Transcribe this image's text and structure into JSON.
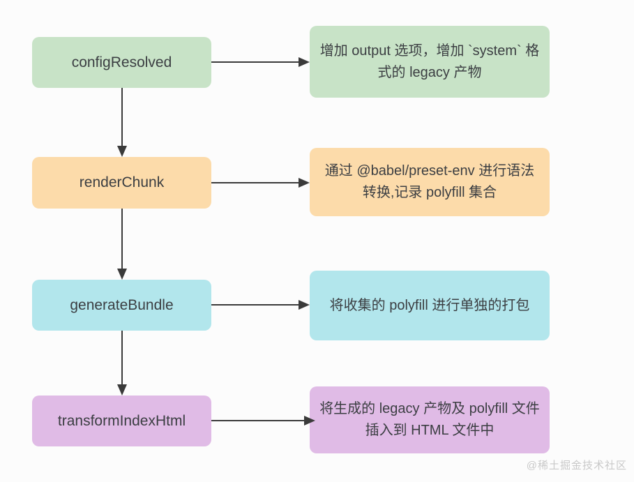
{
  "colors": {
    "green": "#c8e3c7",
    "orange": "#fcdbaa",
    "cyan": "#b2e6ec",
    "purple": "#e0bbe6",
    "arrow": "#3a3a3a",
    "text": "#3b3e42",
    "watermark": "#c9c9c9",
    "background": "#fcfcfc"
  },
  "flow": {
    "steps": [
      {
        "label": "configResolved",
        "description": "增加 output 选项，增加 `system` 格式的 legacy 产物",
        "color_name": "green"
      },
      {
        "label": "renderChunk",
        "description": "通过 @babel/preset-env 进行语法转换,记录 polyfill 集合",
        "color_name": "orange"
      },
      {
        "label": "generateBundle",
        "description": "将收集的 polyfill 进行单独的打包",
        "color_name": "cyan"
      },
      {
        "label": "transformIndexHtml",
        "description": "将生成的 legacy 产物及 polyfill 文件插入到 HTML 文件中",
        "color_name": "purple"
      }
    ]
  },
  "watermark": "@稀土掘金技术社区"
}
